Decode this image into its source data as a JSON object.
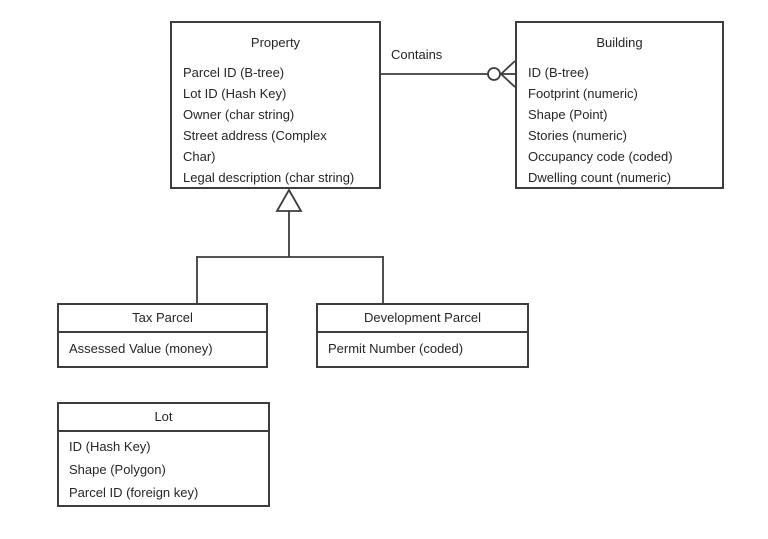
{
  "diagram": {
    "entities": {
      "property": {
        "title": "Property",
        "attributes": [
          "Parcel ID (B-tree)",
          "Lot ID (Hash Key)",
          "Owner (char string)",
          "Street address (Complex Char)",
          "Legal description (char string)"
        ]
      },
      "building": {
        "title": "Building",
        "attributes": [
          "ID (B-tree)",
          "Footprint (numeric)",
          "Shape (Point)",
          "Stories (numeric)",
          "Occupancy code (coded)",
          "Dwelling count (numeric)"
        ]
      },
      "tax_parcel": {
        "title": "Tax Parcel",
        "attributes": [
          "Assessed Value (money)"
        ]
      },
      "development_parcel": {
        "title": "Development Parcel",
        "attributes": [
          "Permit Number (coded)"
        ]
      },
      "lot": {
        "title": "Lot",
        "attributes": [
          "ID (Hash Key)",
          "Shape (Polygon)",
          "Parcel ID (foreign key)"
        ]
      }
    },
    "relationship": {
      "label": "Contains",
      "from": "Property",
      "to": "Building",
      "to_cardinality": "zero-or-many"
    },
    "generalization": {
      "parent": "Property",
      "children": [
        "Tax Parcel",
        "Development Parcel"
      ]
    },
    "colors": {
      "line": "#3d3d3d",
      "text": "#262626",
      "background": "#ffffff"
    }
  }
}
